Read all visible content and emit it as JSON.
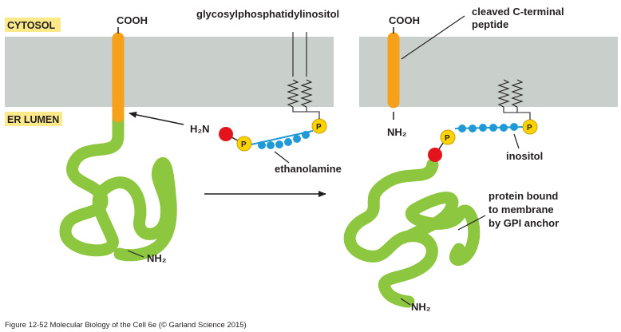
{
  "labels": {
    "cytosol": "CYTOSOL",
    "er_lumen": "ER LUMEN",
    "cooh_left": "COOH",
    "cooh_right": "COOH",
    "nh2_left": "NH₂",
    "nh2_right": "NH₂",
    "nh2_protein": "NH₂",
    "h2n": "H₂N",
    "phosphate": "P",
    "gpi_full": "glycosylphosphatidylinositol",
    "ethanolamine": "ethanolamine",
    "inositol": "inositol",
    "cleaved_line1": "cleaved C-terminal",
    "cleaved_line2": "peptide",
    "bound_line1": "protein bound",
    "bound_line2": "to membrane",
    "bound_line3": "by GPI anchor"
  },
  "caption": "Figure 12-52  Molecular Biology of the Cell 6e (© Garland Science 2015)",
  "colors": {
    "membrane": "#c9cfcb",
    "tag_bg": "#fbe98a",
    "protein": "#8dc63f",
    "c_terminal": "#f7a11a",
    "ethanolamine": "#e3141b",
    "phosphate": "#ffd200",
    "sugar": "#1f9ad6"
  }
}
